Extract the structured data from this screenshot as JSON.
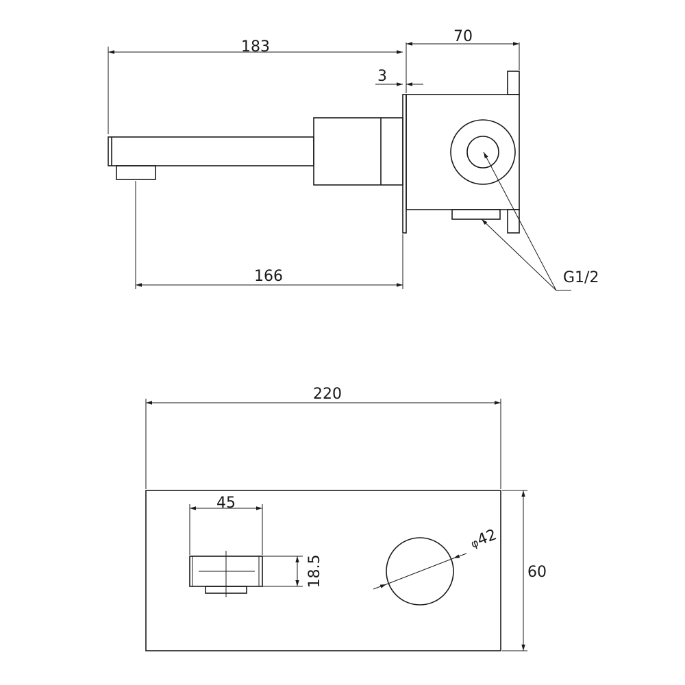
{
  "side_view": {
    "dims": {
      "spout_length": "183",
      "body_depth": "70",
      "plate_thickness": "3",
      "outlet_to_wall": "166"
    },
    "connection_label": "G1/2"
  },
  "front_view": {
    "dims": {
      "plate_width": "220",
      "plate_height": "60",
      "spout_width": "45",
      "spout_height": "18.5",
      "handle_diameter": "42",
      "diameter_symbol": "φ"
    }
  },
  "colors": {
    "line": "#1a1a1a",
    "background": "#ffffff"
  }
}
